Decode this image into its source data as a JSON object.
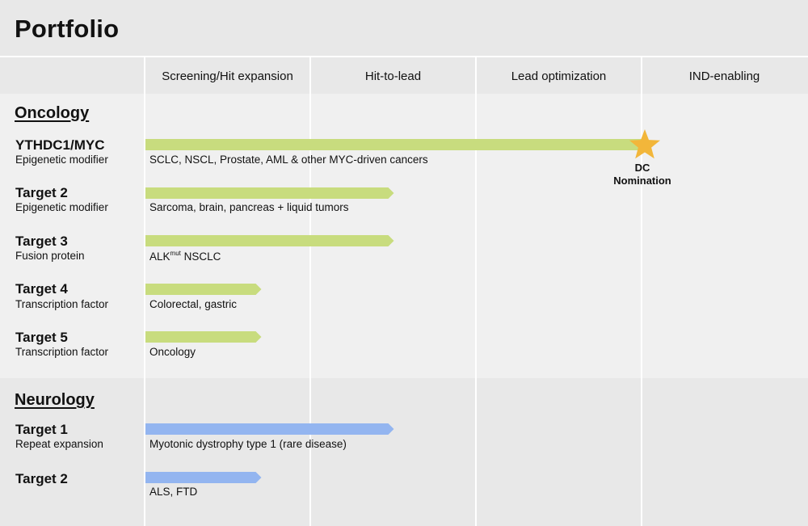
{
  "title": "Portfolio",
  "colors": {
    "oncology_bar": "#c8dc7e",
    "neurology_bar": "#93b5f0",
    "milestone_star": "#f2b63a",
    "grid_line": "#ffffff"
  },
  "chart_data": {
    "type": "bar",
    "orientation": "horizontal",
    "stages": [
      "Screening/Hit expansion",
      "Hit-to-lead",
      "Lead optimization",
      "IND-enabling"
    ],
    "sections": [
      {
        "name": "Oncology",
        "rows": [
          {
            "name": "YTHDC1/MYC",
            "modality": "Epigenetic modifier",
            "indication": "SCLC, NSCL, Prostate, AML & other MYC-driven cancers",
            "progress": 3.0,
            "milestone": "DC Nomination"
          },
          {
            "name": "Target 2",
            "modality": "Epigenetic modifier",
            "indication": "Sarcoma, brain, pancreas + liquid tumors",
            "progress": 1.5
          },
          {
            "name": "Target 3",
            "modality": "Fusion protein",
            "indication_main": "ALK",
            "indication_sup": "mut",
            "indication_rest": " NSCLC",
            "progress": 1.5
          },
          {
            "name": "Target 4",
            "modality": "Transcription factor",
            "indication": "Colorectal, gastric",
            "progress": 0.7
          },
          {
            "name": "Target 5",
            "modality": "Transcription factor",
            "indication": "Oncology",
            "progress": 0.7
          }
        ]
      },
      {
        "name": "Neurology",
        "rows": [
          {
            "name": "Target 1",
            "modality": "Repeat expansion",
            "indication": "Myotonic dystrophy type 1 (rare disease)",
            "progress": 1.5
          },
          {
            "name": "Target 2",
            "modality": "",
            "indication": "ALS, FTD",
            "progress": 0.7
          }
        ]
      }
    ],
    "milestone_label_line1": "DC",
    "milestone_label_line2": "Nomination"
  }
}
